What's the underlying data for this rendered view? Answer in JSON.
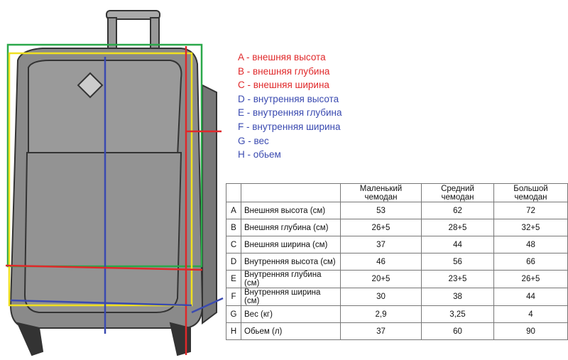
{
  "legend": [
    {
      "text": "A - внешняя высота",
      "color": "#e0282a"
    },
    {
      "text": "B - внешняя глубина",
      "color": "#e0282a"
    },
    {
      "text": "C - внешняя ширина",
      "color": "#e0282a"
    },
    {
      "text": "D - внутренняя высота",
      "color": "#3a4ab0"
    },
    {
      "text": "E - внутренняя глубина",
      "color": "#3a4ab0"
    },
    {
      "text": "F - внутренняя ширина",
      "color": "#3a4ab0"
    },
    {
      "text": "G - вес",
      "color": "#3a4ab0"
    },
    {
      "text": "H - обьем",
      "color": "#3a4ab0"
    }
  ],
  "table": {
    "headers": [
      "Маленький чемодан",
      "Средний чемодан",
      "Большой чемодан"
    ],
    "rows": [
      {
        "letter": "A",
        "label": "Внешняя высота (см)",
        "values": [
          "53",
          "62",
          "72"
        ]
      },
      {
        "letter": "B",
        "label": "Внешняя глубина (см)",
        "values": [
          "26+5",
          "28+5",
          "32+5"
        ]
      },
      {
        "letter": "C",
        "label": "Внешняя ширина (см)",
        "values": [
          "37",
          "44",
          "48"
        ]
      },
      {
        "letter": "D",
        "label": "Внутренняя высота (см)",
        "values": [
          "46",
          "56",
          "66"
        ]
      },
      {
        "letter": "E",
        "label": "Внутренняя глубина (см)",
        "values": [
          "20+5",
          "23+5",
          "26+5"
        ]
      },
      {
        "letter": "F",
        "label": "Внутренняя ширина (см)",
        "values": [
          "30",
          "38",
          "44"
        ]
      },
      {
        "letter": "G",
        "label": "Вес (кг)",
        "values": [
          "2,9",
          "3,25",
          "4"
        ]
      },
      {
        "letter": "H",
        "label": "Обьем (л)",
        "values": [
          "37",
          "60",
          "90"
        ]
      }
    ]
  },
  "colors": {
    "red": "#e0282a",
    "blue": "#3a4ab0",
    "green": "#2aa84a",
    "yellow": "#f0e020"
  }
}
